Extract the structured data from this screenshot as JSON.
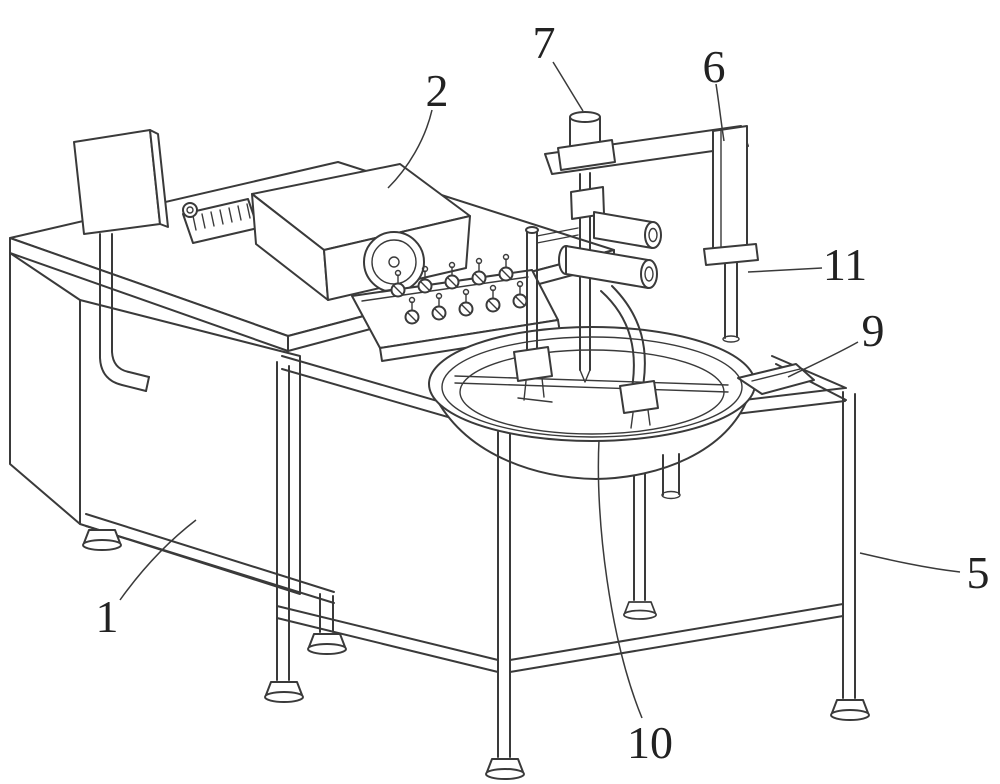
{
  "figure": {
    "background": "#ffffff",
    "line_color": "#3a3a3a",
    "label_color": "#222222"
  },
  "labels": [
    {
      "text": "1"
    },
    {
      "text": "2"
    },
    {
      "text": "5"
    },
    {
      "text": "6"
    },
    {
      "text": "7"
    },
    {
      "text": "9"
    },
    {
      "text": "10"
    },
    {
      "text": "11"
    }
  ]
}
